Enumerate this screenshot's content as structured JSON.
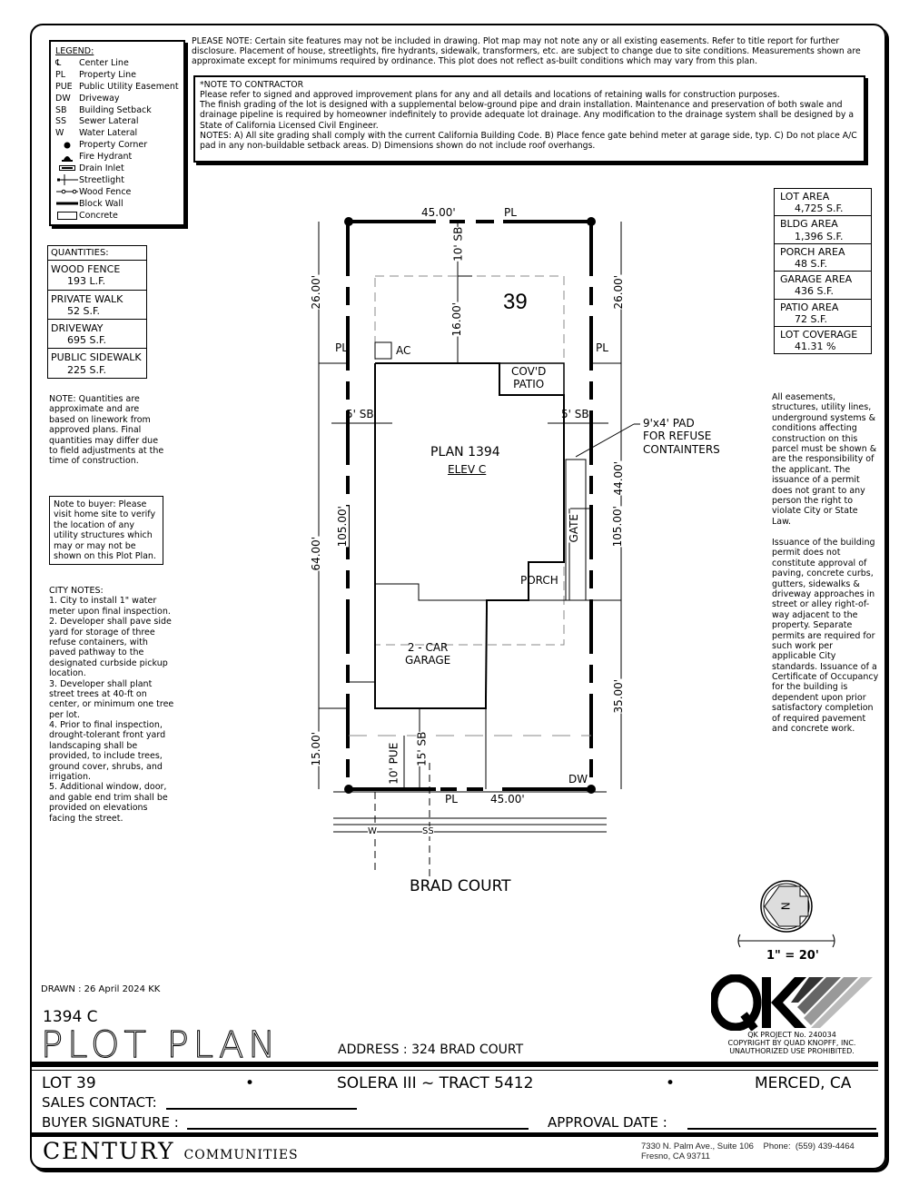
{
  "legend": {
    "title": "LEGEND:",
    "items": [
      {
        "symbol": "centerline-icon",
        "code": "℄",
        "label": "Center Line"
      },
      {
        "symbol": "property-line-icon",
        "code": "PL",
        "label": "Property Line"
      },
      {
        "symbol": "text",
        "code": "PUE",
        "label": "Public Utility Easement"
      },
      {
        "symbol": "text",
        "code": "DW",
        "label": "Driveway"
      },
      {
        "symbol": "text",
        "code": "SB",
        "label": "Building Setback"
      },
      {
        "symbol": "text",
        "code": "SS",
        "label": "Sewer Lateral"
      },
      {
        "symbol": "text",
        "code": "W",
        "label": "Water Lateral"
      },
      {
        "symbol": "property-corner-icon",
        "code": "",
        "label": "Property Corner"
      },
      {
        "symbol": "fire-hydrant-icon",
        "code": "",
        "label": "Fire Hydrant"
      },
      {
        "symbol": "drain-inlet-icon",
        "code": "",
        "label": "Drain Inlet"
      },
      {
        "symbol": "streetlight-icon",
        "code": "",
        "label": "Streetlight"
      },
      {
        "symbol": "wood-fence-icon",
        "code": "",
        "label": "Wood Fence"
      },
      {
        "symbol": "block-wall-icon",
        "code": "",
        "label": "Block Wall"
      },
      {
        "symbol": "concrete-icon",
        "code": "",
        "label": "Concrete"
      }
    ]
  },
  "notes": {
    "please_note": "PLEASE NOTE:  Certain site features may not be included in drawing.  Plot map may not note any or all existing easements. Refer to title report for further disclosure.  Placement of house, streetlights, fire hydrants, sidewalk, transformers, etc. are subject to change due to site conditions.  Measurements shown are approximate except for minimums required by ordinance.  This plot does not reflect as-built conditions which may vary from this plan.",
    "contractor_title": "*NOTE TO CONTRACTOR",
    "contractor_lines": [
      "Please refer to signed and approved improvement plans for any and all details and locations of retaining walls for construction purposes.",
      "The finish grading of the lot is designed with a supplemental below-ground pipe and drain installation.  Maintenance and preservation of both swale and drainage pipeline is required by homeowner indefinitely to provide adequate lot drainage.  Any modification to the drainage system shall be designed by a State of California Licensed Civil Engineer.",
      "NOTES:  A) All site grading shall comply with the current California Building Code.  B) Place fence gate behind meter at garage side, typ.  C) Do not place A/C pad in any non-buildable setback areas.  D) Dimensions shown do not include roof overhangs."
    ],
    "quantities_note": "NOTE: Quantities are approximate and are based on linework from approved plans.  Final quantities may differ due to field adjustments at the time of construction.",
    "buyer_note": "Note to buyer: Please visit home site to verify the location of any utility structures which may or may not be shown on this Plot Plan.",
    "city_notes_title": "CITY NOTES:",
    "city_notes": [
      "1. City to install 1\" water meter upon final inspection.",
      "2. Developer shall pave side yard for storage of three refuse containers, with paved pathway to the designated curbside pickup location.",
      "3. Developer shall plant street trees at 40-ft on center, or minimum one tree per lot.",
      "4. Prior to final inspection, drought-tolerant front yard landscaping shall be provided, to include trees, ground cover, shrubs, and irrigation.",
      "5. Additional window, door, and gable end trim shall be provided on elevations facing the street."
    ],
    "easement_note": "All easements, structures, utility lines, underground systems & conditions affecting construction on this parcel must be shown & are the responsibility of the applicant. The issuance of a permit does not grant to any person the right to violate City or State Law.",
    "permit_note": "Issuance of the building permit does not constitute approval of paving, concrete curbs, gutters, sidewalks & driveway approaches in street or alley right-of-way adjacent to the property. Separate permits are required for such work per applicable City standards. Issuance of a Certificate of Occupancy for the building is dependent upon prior satisfactory completion of required pavement and concrete work."
  },
  "quantities": {
    "title": "QUANTITIES:",
    "items": [
      {
        "label": "WOOD FENCE",
        "value": "193 L.F."
      },
      {
        "label": "PRIVATE WALK",
        "value": "52 S.F."
      },
      {
        "label": "DRIVEWAY",
        "value": "695 S.F."
      },
      {
        "label": "PUBLIC SIDEWALK",
        "value": "225 S.F."
      }
    ]
  },
  "areas": [
    {
      "label": "LOT AREA",
      "value": "4,725 S.F."
    },
    {
      "label": "BLDG AREA",
      "value": "1,396 S.F."
    },
    {
      "label": "PORCH AREA",
      "value": "48 S.F."
    },
    {
      "label": "GARAGE AREA",
      "value": "436 S.F."
    },
    {
      "label": "PATIO AREA",
      "value": "72 S.F."
    },
    {
      "label": "LOT COVERAGE",
      "value": "41.31 %"
    }
  ],
  "drawing": {
    "lot_number": "39",
    "plan_label": "PLAN 1394",
    "elev_label": "ELEV C",
    "patio_label_1": "COV'D",
    "patio_label_2": "PATIO",
    "porch_label": "PORCH",
    "gate_label": "GATE",
    "garage_label_1": "2 - CAR",
    "garage_label_2": "GARAGE",
    "ac_label": "AC",
    "pad_label_1": "9'x4' PAD",
    "pad_label_2": "FOR REFUSE",
    "pad_label_3": "CONTAINTERS",
    "street_name": "BRAD COURT",
    "dw_label": "DW",
    "pl_label": "PL",
    "w_label": "W",
    "ss_label": "SS",
    "dims": {
      "top_width": "45.00'",
      "bottom_width": "45.00'",
      "rear_sb": "10' SB",
      "rear_yard": "16.00'",
      "left_upper": "26.00'",
      "right_upper": "26.00'",
      "side_sb_left": "5' SB",
      "side_sb_right": "5' SB",
      "left_depth_total": "105.00'",
      "right_depth_total": "105.00'",
      "left_house": "64.00'",
      "right_house": "44.00'",
      "right_lower": "35.00'",
      "left_front": "15.00'",
      "front_pue": "10' PUE",
      "front_sb": "15' SB"
    }
  },
  "north_arrow": {
    "label": "N",
    "scale": "1\" = 20'"
  },
  "qk": {
    "project": "QK PROJECT No. 240034",
    "copyright": "COPYRIGHT BY QUAD KNOPFF, INC.",
    "unauthorized": "UNAUTHORIZED USE PROHIBITED."
  },
  "title_block": {
    "drawn": "DRAWN :  26 April 2024  KK",
    "plan_code": "1394  C",
    "title": "PLOT PLAN",
    "address_label": "ADDRESS :  324 BRAD COURT",
    "lot": "LOT 39",
    "subdivision": "SOLERA III ~ TRACT 5412",
    "city": "MERCED, CA",
    "sales_contact_label": "SALES CONTACT:",
    "buyer_signature_label": "BUYER SIGNATURE :",
    "approval_date_label": "APPROVAL DATE :",
    "company": "CENTURY",
    "company_sub": "COMMUNITIES",
    "company_address_1": "7330 N. Palm Ave., Suite 106    Phone:  (559) 439-4464",
    "company_address_2": "Fresno, CA  93711"
  }
}
